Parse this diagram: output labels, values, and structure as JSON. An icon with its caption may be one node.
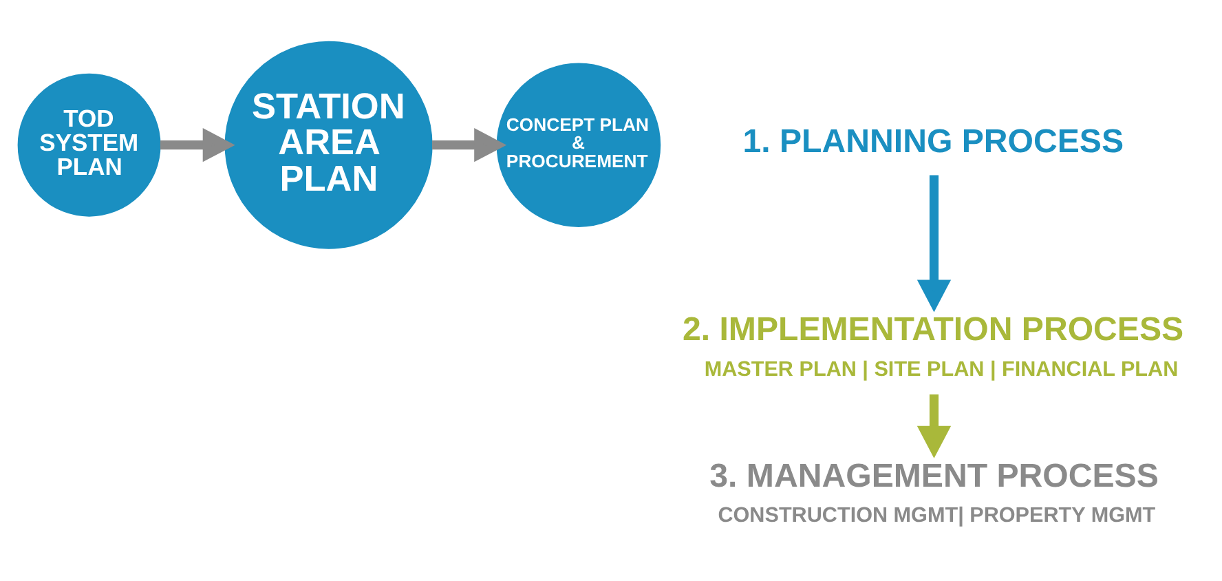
{
  "diagram": {
    "nodes": [
      {
        "text": [
          "TOD SYSTEM PLAN"
        ]
      },
      {
        "text": [
          "STATION AREA PLAN"
        ]
      },
      {
        "text": [
          "CONCEPT PLAN & PROCUREMENT"
        ]
      },
      {
        "text": [
          "1. PLANNING PROCESS"
        ]
      },
      {
        "text": [
          "2. IMPLEMENTATION PROCESS"
        ],
        "beside": [
          "MASTER PLAN | SITE PLAN | FINANCIAL PLAN"
        ]
      },
      {
        "text": [
          "3. MANAGEMENT PROCESS"
        ],
        "beside": [
          "CONSTRUCTION MGMT| PROPERTY MGMT"
        ]
      }
    ],
    "edges": [
      {
        "from": 0,
        "to": 1,
        "arrow": "to",
        "color": "#8a8a8a"
      },
      {
        "from": 1,
        "to": 2,
        "arrow": "to",
        "color": "#8a8a8a"
      },
      {
        "from": 3,
        "to": 4,
        "arrow": "to",
        "color": "#1a8fc1"
      },
      {
        "from": 4,
        "to": 5,
        "arrow": "to",
        "color": "#a9b83a"
      }
    ]
  }
}
